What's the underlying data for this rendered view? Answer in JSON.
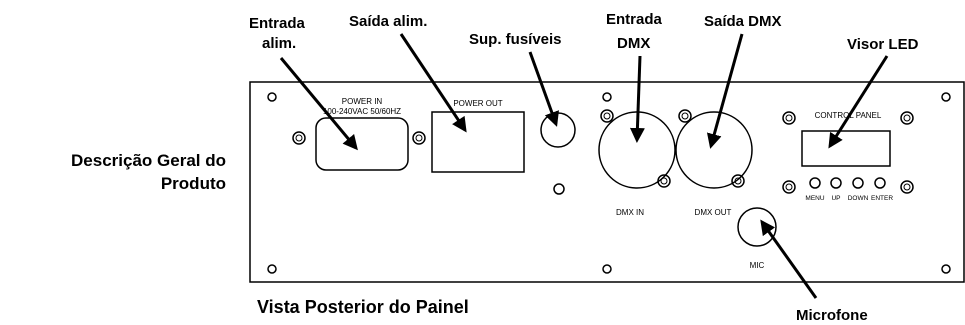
{
  "side_title": {
    "line1": "Descrição Geral do",
    "line2": "Produto"
  },
  "bottom_title": "Vista Posterior do Painel",
  "callouts": {
    "power_in": {
      "line1": "Entrada",
      "line2": "alim."
    },
    "power_out": "Saída alim.",
    "fuse": "Sup. fusíveis",
    "dmx_in": {
      "line1": "Entrada",
      "line2": "DMX"
    },
    "dmx_out": "Saída DMX",
    "led": "Visor LED",
    "mic": "Microfone"
  },
  "panel_labels": {
    "power_in_1": "POWER IN",
    "power_in_2": "100-240VAC 50/60HZ",
    "power_out": "POWER OUT",
    "dmx_in": "DMX IN",
    "dmx_out": "DMX OUT",
    "control_panel": "CONTROL PANEL",
    "mic": "MIC",
    "buttons": [
      "MENU",
      "UP",
      "DOWN",
      "ENTER"
    ]
  }
}
